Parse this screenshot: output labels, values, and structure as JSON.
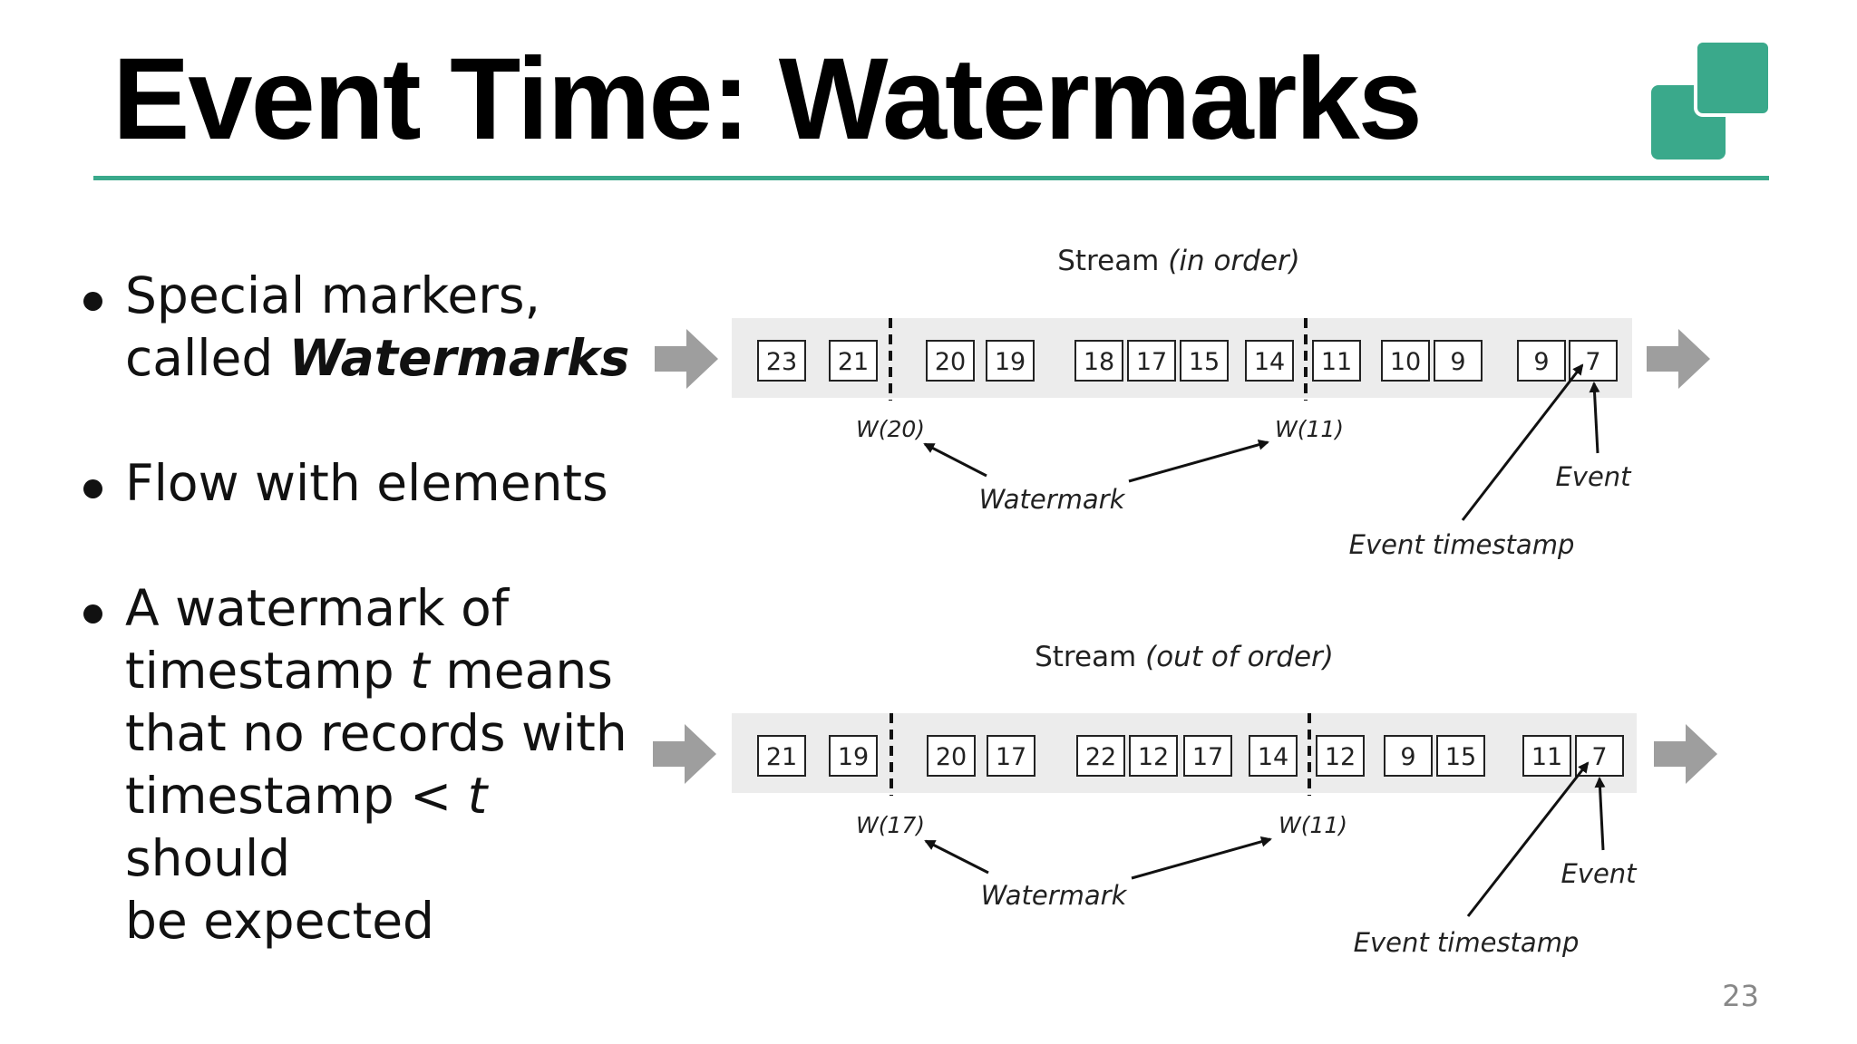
{
  "slide": {
    "title": "Event Time: Watermarks",
    "page_number": "23",
    "accent_color": "#3aa98b"
  },
  "bullets": [
    {
      "text_a": "Special markers,",
      "text_b": "called ",
      "emph": "Watermarks"
    },
    {
      "text_a": "Flow with elements"
    },
    {
      "line1": "A watermark of",
      "l2a": "timestamp ",
      "l2t": "t",
      "l2b": " means",
      "line3": "that no records with",
      "l4a": "timestamp < ",
      "l4t": "t",
      "l4b": " should",
      "line5": "be expected"
    }
  ],
  "streams": [
    {
      "title_main": "Stream",
      "title_paren": "(in order)",
      "events": [
        "23",
        "21",
        "20",
        "19",
        "18",
        "17",
        "15",
        "14",
        "11",
        "10",
        "9",
        "9",
        "7"
      ],
      "watermarks": [
        "W(20)",
        "W(11)"
      ],
      "watermark_label": "Watermark",
      "event_label": "Event",
      "timestamp_label": "Event timestamp"
    },
    {
      "title_main": "Stream",
      "title_paren": "(out of order)",
      "events": [
        "21",
        "19",
        "20",
        "17",
        "22",
        "12",
        "17",
        "14",
        "12",
        "9",
        "15",
        "11",
        "7"
      ],
      "watermarks": [
        "W(17)",
        "W(11)"
      ],
      "watermark_label": "Watermark",
      "event_label": "Event",
      "timestamp_label": "Event timestamp"
    }
  ],
  "icons": [
    "logo-squares-icon",
    "flow-arrow-icon"
  ]
}
